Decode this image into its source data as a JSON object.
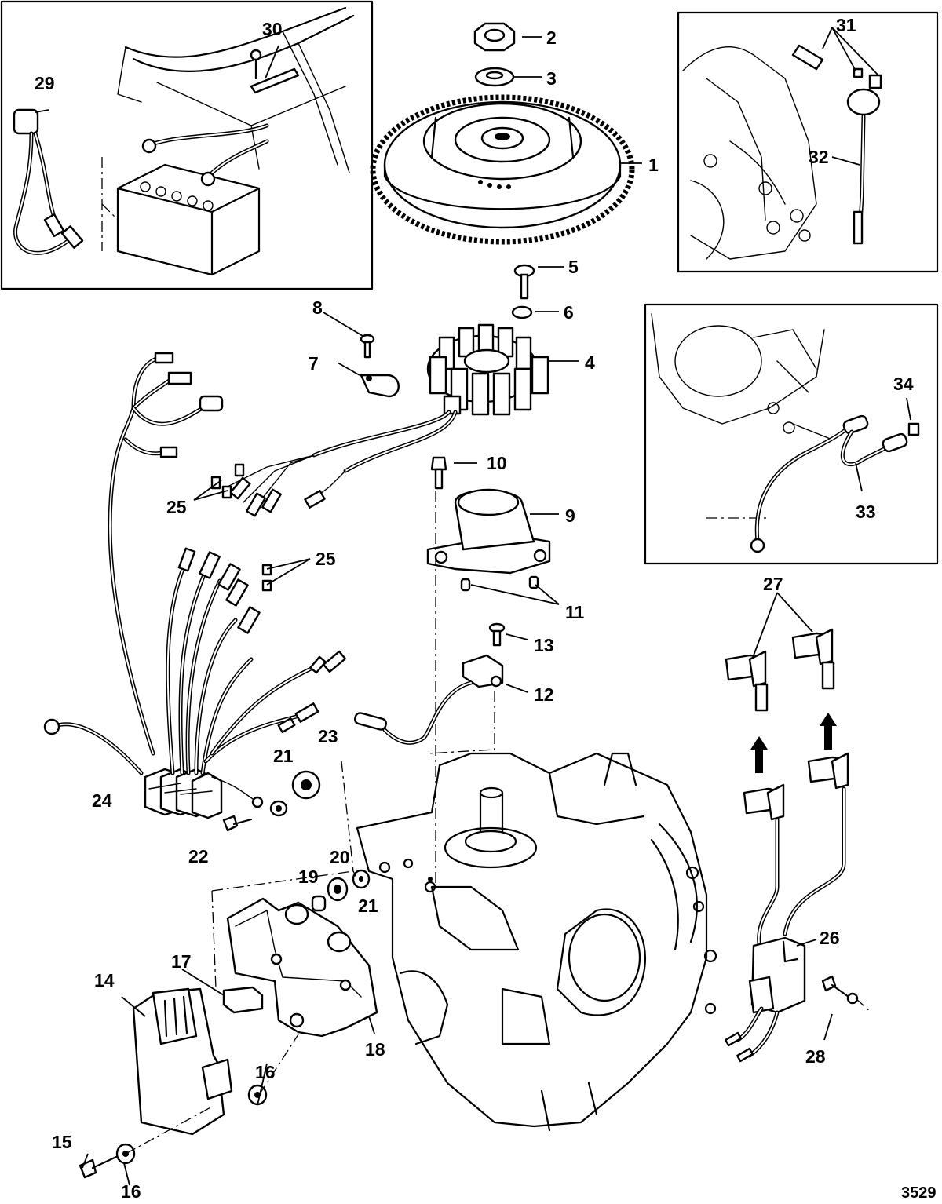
{
  "diagram_id": "3529",
  "callouts": [
    {
      "n": "1"
    },
    {
      "n": "2"
    },
    {
      "n": "3"
    },
    {
      "n": "4"
    },
    {
      "n": "5"
    },
    {
      "n": "6"
    },
    {
      "n": "7"
    },
    {
      "n": "8"
    },
    {
      "n": "9"
    },
    {
      "n": "10"
    },
    {
      "n": "11"
    },
    {
      "n": "12"
    },
    {
      "n": "13"
    },
    {
      "n": "14"
    },
    {
      "n": "15"
    },
    {
      "n": "16"
    },
    {
      "n": "16"
    },
    {
      "n": "17"
    },
    {
      "n": "18"
    },
    {
      "n": "19"
    },
    {
      "n": "20"
    },
    {
      "n": "21"
    },
    {
      "n": "21"
    },
    {
      "n": "22"
    },
    {
      "n": "23"
    },
    {
      "n": "24"
    },
    {
      "n": "25"
    },
    {
      "n": "25"
    },
    {
      "n": "26"
    },
    {
      "n": "27"
    },
    {
      "n": "28"
    },
    {
      "n": "29"
    },
    {
      "n": "30"
    },
    {
      "n": "31"
    },
    {
      "n": "32"
    },
    {
      "n": "33"
    },
    {
      "n": "34"
    }
  ]
}
